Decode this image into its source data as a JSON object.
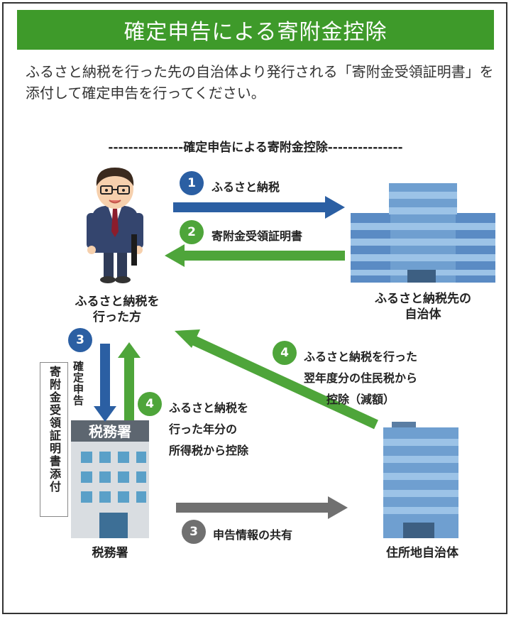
{
  "header": {
    "title": "確定申告による寄附金控除"
  },
  "intro": {
    "text": "ふるさと納税を行った先の自治体より発行される「寄附金受領証明書」を添付して確定申告を行ってください。"
  },
  "diagram": {
    "title": "---------------確定申告による寄附金控除---------------",
    "nodes": {
      "person": "ふるさと納税を\n行った方",
      "furusato_city": "ふるさと納税先の\n自治体",
      "tax_office": "税務署",
      "tax_office_sign": "税務署",
      "residence_city": "住所地自治体"
    },
    "flows": [
      {
        "number": "1",
        "label": "ふるさと納税"
      },
      {
        "number": "2",
        "label": "寄附金受領証明書"
      },
      {
        "number": "3",
        "label": "確定申告"
      },
      {
        "number": "4",
        "label": "ふるさと納税を\n行った年分の\n所得税から控除"
      },
      {
        "number": "4",
        "label": "ふるさと納税を行った\n翌年度分の住民税から\n控除（減額）"
      },
      {
        "number": "3",
        "label": "申告情報の共有"
      }
    ],
    "attachment_note": "寄附金受領証明書添付",
    "colors": {
      "blue": "#2b5fa3",
      "green": "#4ea53a",
      "gray": "#707070",
      "title_green": "#3e9a2a"
    }
  }
}
